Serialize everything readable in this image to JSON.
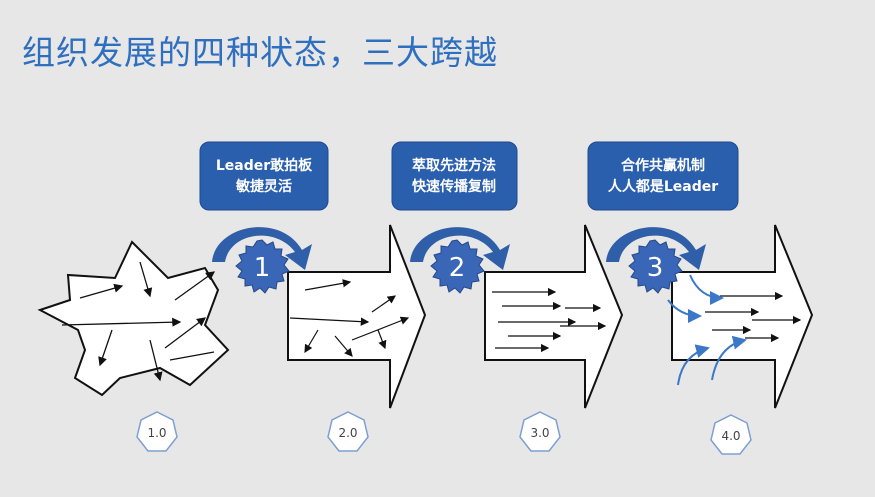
{
  "title": "组织发展的四种状态，三大跨越",
  "callouts": [
    {
      "line1": "Leader敢拍板",
      "line2": "敏捷灵活"
    },
    {
      "line1": "萃取先进方法",
      "line2": "快速传播复制"
    },
    {
      "line1": "合作共赢机制",
      "line2": "人人都是Leader"
    }
  ],
  "badges": [
    "1",
    "2",
    "3"
  ],
  "versions": [
    "1.0",
    "2.0",
    "3.0",
    "4.0"
  ],
  "colors": {
    "title": "#2f6fbf",
    "callout_fill": "#2a5fae",
    "badge_fill": "#3a66b8",
    "curved_arrow": "#2f5fa8",
    "version_stroke": "#7d9fd3"
  }
}
